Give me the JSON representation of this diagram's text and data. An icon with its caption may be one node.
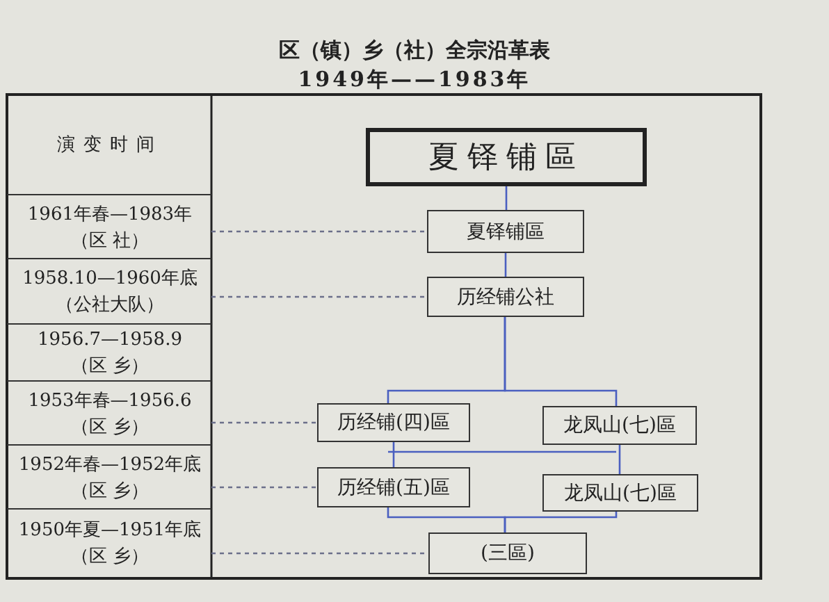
{
  "diagram": {
    "title": "区（镇）乡（社）全宗沿革表",
    "caption": "1949年——1983年",
    "nodes": [
      {
        "text": [
          "演变时间"
        ]
      },
      {
        "text": [
          "1961年春—1983年",
          "（区 社）"
        ]
      },
      {
        "text": [
          "1958.10—1960年底",
          "（公社大队）"
        ]
      },
      {
        "text": [
          "1956.7—1958.9",
          "（区 乡）"
        ]
      },
      {
        "text": [
          "1953年春—1956.6",
          "（区 乡）"
        ]
      },
      {
        "text": [
          "1952年春—1952年底",
          "（区 乡）"
        ]
      },
      {
        "text": [
          "1950年夏—1951年底",
          "（区 乡）"
        ]
      },
      {
        "text": [
          "夏铎铺區"
        ]
      },
      {
        "text": [
          "夏铎铺區"
        ]
      },
      {
        "text": [
          "历经铺公社"
        ]
      },
      {
        "text": [
          "历经铺(四)區"
        ]
      },
      {
        "text": [
          "龙凤山(七)區"
        ]
      },
      {
        "text": [
          "历经铺(五)區"
        ]
      },
      {
        "text": [
          "龙凤山(七)區"
        ]
      },
      {
        "text": [
          "(三區)"
        ]
      }
    ],
    "edges": [
      {
        "from": 7,
        "to": 8,
        "arrow": "none"
      },
      {
        "from": 8,
        "to": 9,
        "arrow": "none"
      },
      {
        "from": 9,
        "to": 10,
        "arrow": "none"
      },
      {
        "from": 9,
        "to": 11,
        "arrow": "none"
      },
      {
        "from": 10,
        "to": 12,
        "arrow": "none"
      },
      {
        "from": 11,
        "to": 13,
        "arrow": "none"
      },
      {
        "from": 12,
        "to": 14,
        "arrow": "none"
      },
      {
        "from": 13,
        "to": 14,
        "arrow": "none"
      },
      {
        "from": 10,
        "to": 11,
        "arrow": "none"
      },
      {
        "from": 1,
        "to": 8,
        "arrow": "none",
        "style": "dashed",
        "color": "#6b6f8a"
      },
      {
        "from": 2,
        "to": 9,
        "arrow": "none",
        "style": "dashed",
        "color": "#6b6f8a"
      },
      {
        "from": 4,
        "to": 10,
        "arrow": "none",
        "style": "dashed",
        "color": "#6b6f8a"
      },
      {
        "from": 5,
        "to": 12,
        "arrow": "none",
        "style": "dashed",
        "color": "#6b6f8a"
      },
      {
        "from": 6,
        "to": 14,
        "arrow": "none",
        "style": "dashed",
        "color": "#6b6f8a"
      }
    ]
  }
}
